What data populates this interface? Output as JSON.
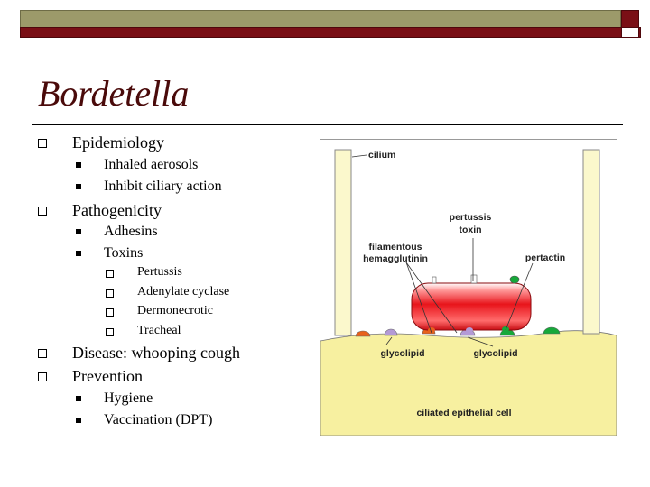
{
  "title": "Bordetella",
  "bullets": [
    {
      "text": "Epidemiology",
      "sub": [
        {
          "text": "Inhaled aerosols"
        },
        {
          "text": "Inhibit ciliary action"
        }
      ]
    },
    {
      "text": "Pathogenicity",
      "sub": [
        {
          "text": "Adhesins"
        },
        {
          "text": "Toxins",
          "sub": [
            "Pertussis",
            "Adenylate cyclase",
            "Dermonecrotic",
            "Tracheal"
          ]
        }
      ]
    },
    {
      "text": "Disease: whooping cough"
    },
    {
      "text": "Prevention",
      "sub": [
        {
          "text": "Hygiene"
        },
        {
          "text": "Vaccination (DPT)"
        }
      ]
    }
  ],
  "figure": {
    "labels": {
      "cilium": "cilium",
      "pertussis_toxin_1": "pertussis",
      "pertussis_toxin_2": "toxin",
      "filamentous_1": "filamentous",
      "filamentous_2": "hemagglutinin",
      "pertactin": "pertactin",
      "glycolipid_left": "glycolipid",
      "glycolipid_right": "glycolipid",
      "cell": "ciliated epithelial cell"
    },
    "colors": {
      "cell": "#f7f0a0",
      "cilium": "#fbf8cc",
      "bacterium": "#e8141b",
      "receptor_orange": "#e8611c",
      "receptor_purple": "#b39ad6",
      "receptor_green": "#17a83a"
    }
  }
}
